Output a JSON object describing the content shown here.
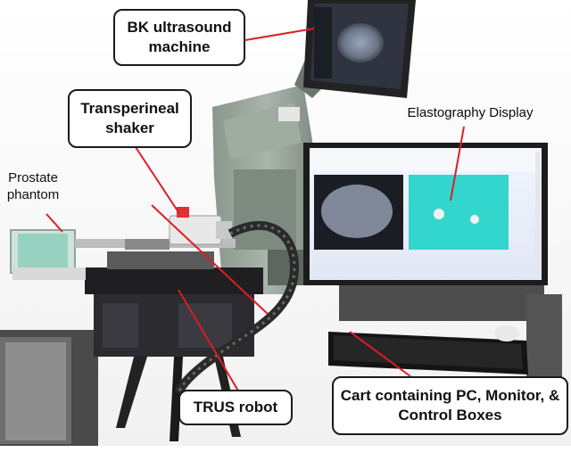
{
  "labels": {
    "bk_machine": "BK ultrasound machine",
    "transperineal_shaker": "Transperineal shaker",
    "prostate_phantom": "Prostate phantom",
    "elastography_display": "Elastography Display",
    "trus_robot": "TRUS robot",
    "cart": "Cart containing PC, Monitor, & Control Boxes"
  },
  "colors": {
    "pointer_line": "#e01b24",
    "elastography_screen": "#33d6cc",
    "callout_border": "#1a1a1a"
  }
}
